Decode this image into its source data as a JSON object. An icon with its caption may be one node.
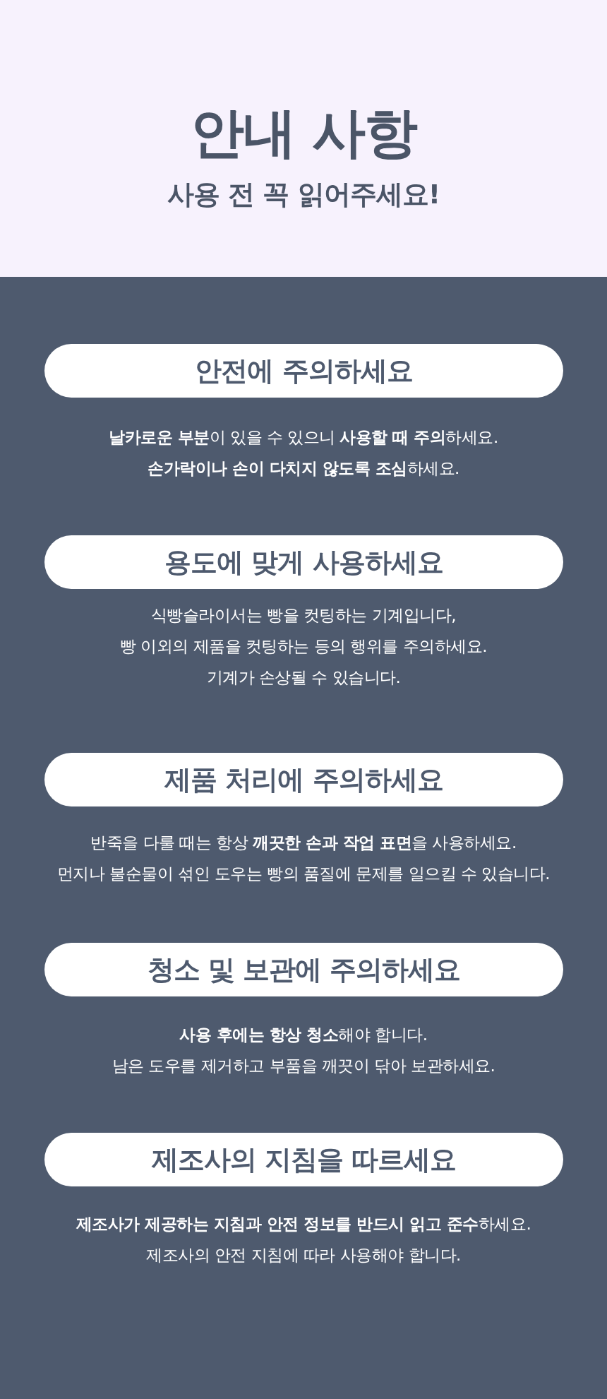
{
  "diagram": {
    "title": "안내 사항",
    "nodes": [
      {
        "text": [
          "안전에 주의하세요"
        ],
        "beside": [
          "**날카로운 부분**이 있을 수 있으니 **사용할 때 주의**하세요.",
          "**손가락이나 손이 다치지 않도록 조심**하세요."
        ]
      },
      {
        "text": [
          "용도에 맞게 사용하세요"
        ],
        "beside": [
          "식빵슬라이서는 빵을 컷팅하는 기계입니다,",
          "빵 이외의 제품을 컷팅하는 등의 행위를 주의하세요.",
          "기계가 손상될 수 있습니다."
        ]
      },
      {
        "text": [
          "제품 처리에 주의하세요"
        ],
        "beside": [
          "반죽을 다룰 때는 항상 **깨끗한 손과 작업 표면**을 사용하세요.",
          "먼지나 불순물이 섞인 도우는 빵의 품질에 문제를 일으킬 수 있습니다."
        ]
      },
      {
        "text": [
          "청소 및 보관에 주의하세요"
        ],
        "beside": [
          "**사용 후에는 항상 청소**해야 합니다.",
          "남은 도우를 제거하고 부품을 깨끗이 닦아 보관하세요."
        ]
      },
      {
        "text": [
          "제조사의 지침을 따르세요"
        ],
        "beside": [
          "**제조사가 제공하는 지침과 안전 정보를 반드시 읽고 준수**하세요.",
          "제조사의 안전 지침에 따라 사용해야 합니다."
        ]
      }
    ],
    "labels": [
      "사용 전 꼭 읽어주세요!"
    ]
  }
}
